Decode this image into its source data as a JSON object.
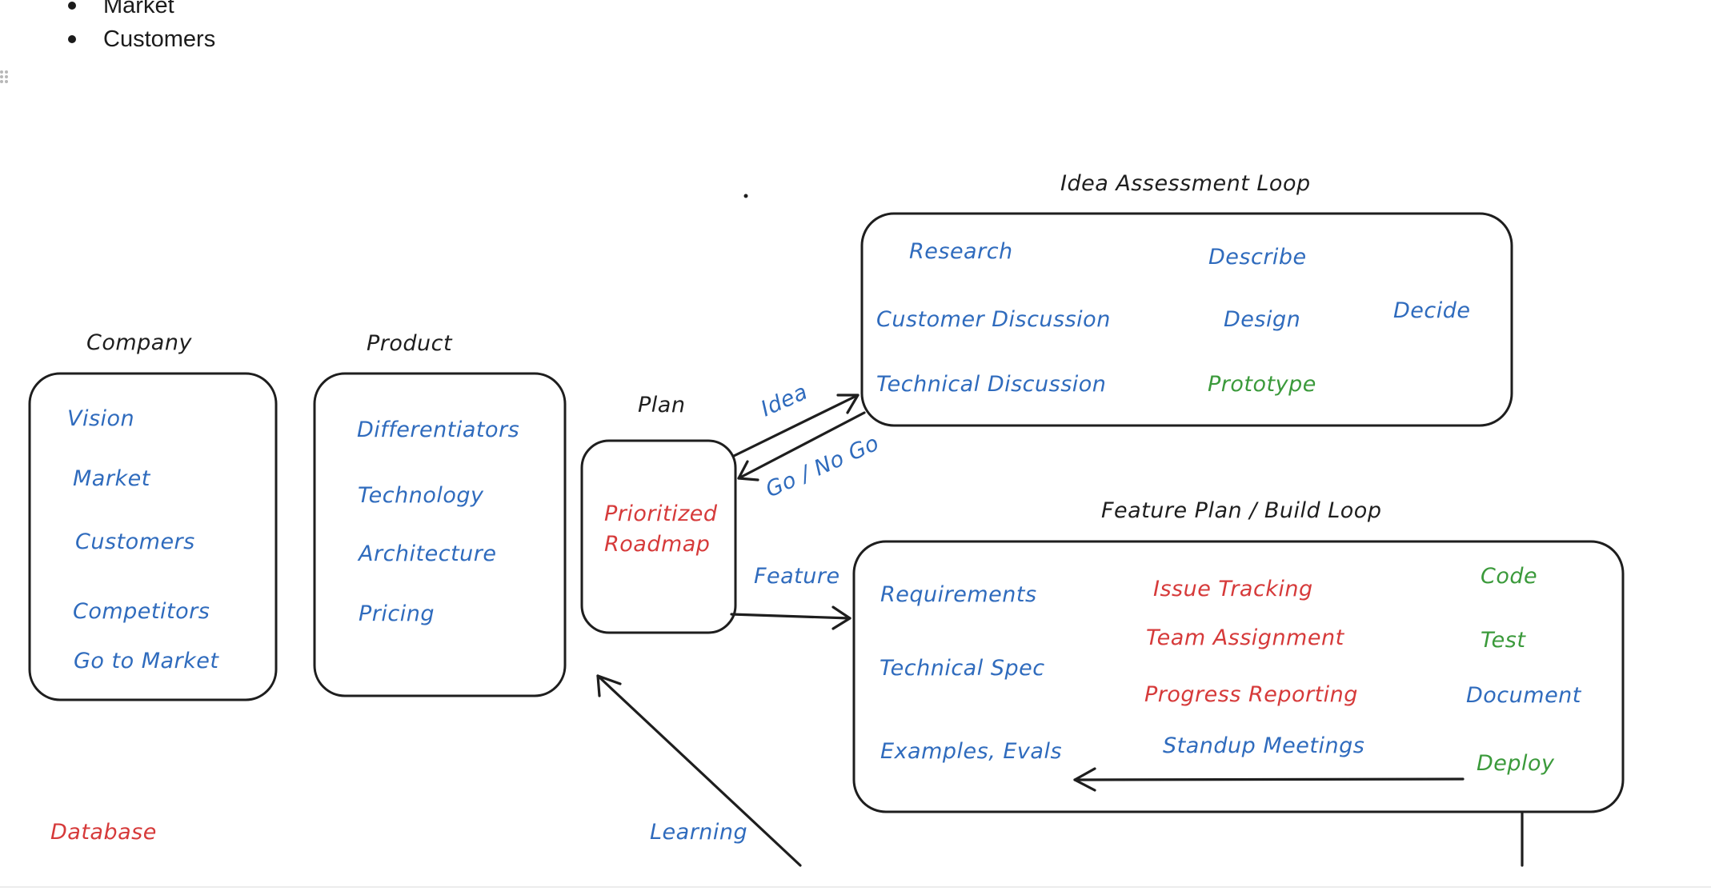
{
  "bullets": [
    "Market",
    "Customers"
  ],
  "titles": {
    "idea_loop": "Idea Assessment Loop",
    "company": "Company",
    "product": "Product",
    "plan": "Plan",
    "feature_loop": "Feature Plan / Build Loop"
  },
  "company_items": [
    "Vision",
    "Market",
    "Customers",
    "Competitors",
    "Go to Market"
  ],
  "product_items": [
    "Differentiators",
    "Technology",
    "Architecture",
    "Pricing"
  ],
  "plan_items": [
    "Prioritized",
    "Roadmap"
  ],
  "idea_loop": {
    "col1": [
      "Research",
      "Customer Discussion",
      "Technical Discussion"
    ],
    "col2": [
      "Describe",
      "Design"
    ],
    "col2_green": "Prototype",
    "col3": "Decide"
  },
  "feature_loop": {
    "col1": [
      "Requirements",
      "Technical Spec",
      "Examples, Evals"
    ],
    "col2_red": [
      "Issue Tracking",
      "Team Assignment",
      "Progress Reporting"
    ],
    "col2_blue": "Standup Meetings",
    "col3": [
      "Code",
      "Test",
      "Document",
      "Deploy"
    ]
  },
  "arrow_labels": {
    "idea": "Idea",
    "go_no_go": "Go / No Go",
    "feature": "Feature",
    "learning": "Learning"
  },
  "database_label": "Database",
  "colors": {
    "blue": "#2f6bbd",
    "red": "#d63a3a",
    "green": "#3b9a3b",
    "ink": "#1e1e1e"
  }
}
